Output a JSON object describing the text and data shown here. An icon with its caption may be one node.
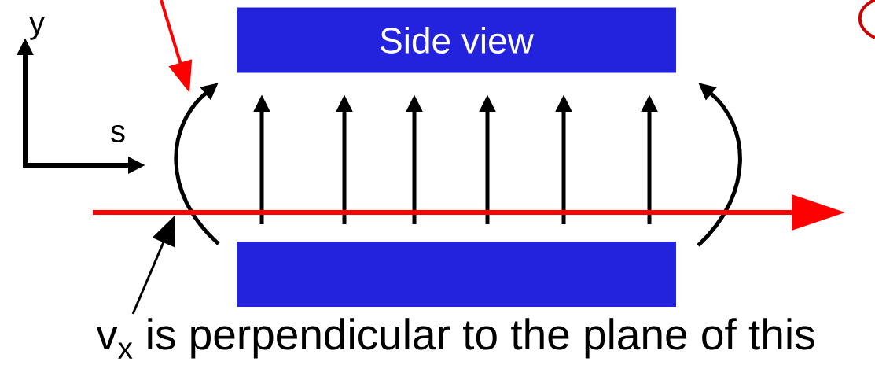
{
  "diagram": {
    "nodes": [
      {
        "text": [
          "Side view"
        ]
      },
      {
        "text": [],
        "shape": "box"
      },
      {
        "text": [
          "v$_{x}$ is perpendicular to the plane of this"
        ]
      },
      {
        "text": [],
        "shape": "bar"
      }
    ],
    "edges": [
      {
        "from": 2,
        "to": 3,
        "arrow": "to"
      }
    ],
    "labels": [
      "y",
      "s"
    ]
  }
}
